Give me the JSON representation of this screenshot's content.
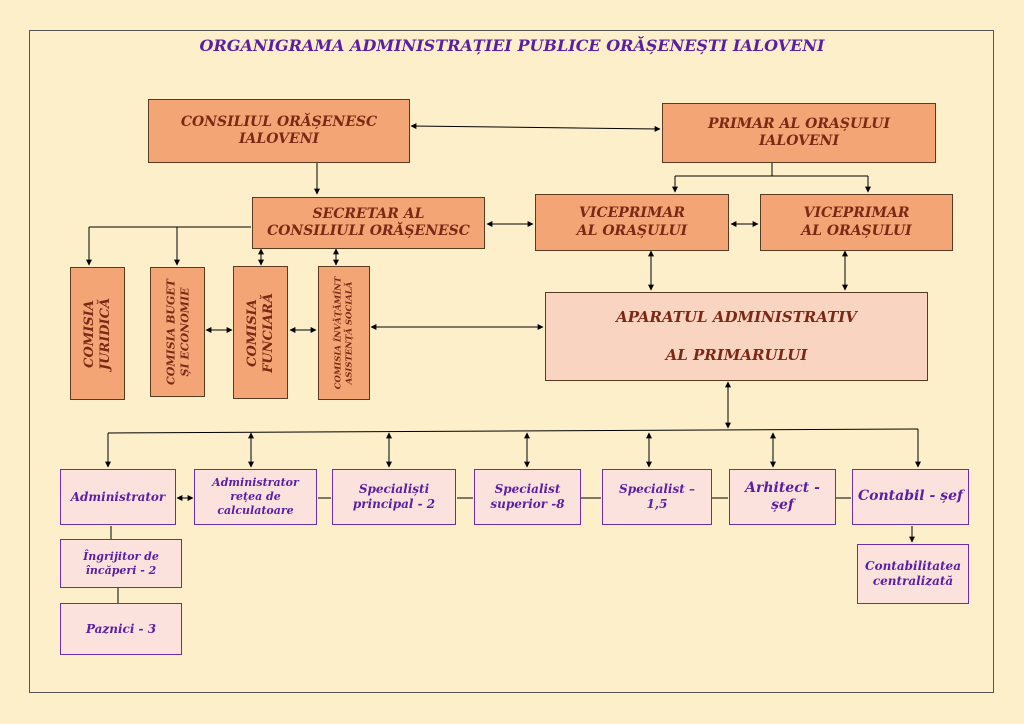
{
  "title": "ORGANIGRAMA ADMINISTRAȚIEI PUBLICE ORĂȘENEȘTI IALOVENI",
  "nodes": {
    "consiliul": "CONSILIUL ORĂȘENESC\nIALOVENI",
    "primar": "PRIMAR AL ORAȘULUI\nIALOVENI",
    "secretar": "SECRETAR AL\nCONSILIULI ORĂȘENESC",
    "viceprimar1": "VICEPRIMAR\nAL ORAȘULUI",
    "viceprimar2": "VICEPRIMAR\nAL ORAȘULUI",
    "aparatul": "APARATUL ADMINISTRATIV\n\nAL PRIMARULUI",
    "comisia_juridica": "COMISIA\nJURIDICĂ",
    "comisia_buget": "COMISIA BUGET\nȘI ECONOMIE",
    "comisia_funciara": "COMISIA\nFUNCIARĂ",
    "comisia_invatamint": "COMISIA ÎNVĂȚĂMÎNT\nASISTENȚĂ SOCIALĂ",
    "administrator": "Administrator",
    "administrator_retea": "Administrator\nrețea de\ncalculatoare",
    "specialisti_principal": "Specialiști\nprincipal - 2",
    "specialist_superior": "Specialist\nsuperior -8",
    "specialist": "Specialist –\n1,5",
    "arhitect": "Arhitect -\nșef",
    "contabil": "Contabil - șef",
    "ingrijitor": "Îngrijitor de\nîncăperi - 2",
    "paznici": "Paznici - 3",
    "contabilitatea": "Contabilitatea\ncentralizată"
  }
}
